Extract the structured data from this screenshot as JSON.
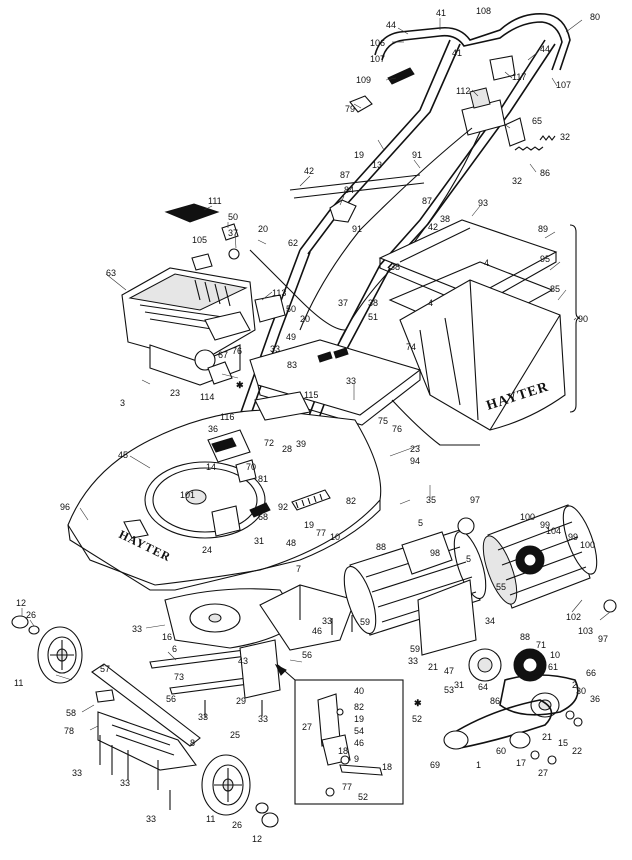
{
  "brand": {
    "deck": "HAYTER",
    "grass_box": "HAYTER"
  },
  "callouts": [
    {
      "id": "c-41a",
      "text": "41"
    },
    {
      "id": "c-108a",
      "text": "108"
    },
    {
      "id": "c-80",
      "text": "80"
    },
    {
      "id": "c-44a",
      "text": "44"
    },
    {
      "id": "c-106",
      "text": "106"
    },
    {
      "id": "c-41b",
      "text": "41"
    },
    {
      "id": "c-107a",
      "text": "107"
    },
    {
      "id": "c-44b",
      "text": "44"
    },
    {
      "id": "c-117",
      "text": "117"
    },
    {
      "id": "c-107b",
      "text": "107"
    },
    {
      "id": "c-109",
      "text": "109"
    },
    {
      "id": "c-112",
      "text": "112"
    },
    {
      "id": "c-79",
      "text": "79"
    },
    {
      "id": "c-65",
      "text": "65"
    },
    {
      "id": "c-32a",
      "text": "32"
    },
    {
      "id": "c-19a",
      "text": "19"
    },
    {
      "id": "c-13",
      "text": "13"
    },
    {
      "id": "c-91a",
      "text": "91"
    },
    {
      "id": "c-32b",
      "text": "32"
    },
    {
      "id": "c-86",
      "text": "86"
    },
    {
      "id": "c-42a",
      "text": "42"
    },
    {
      "id": "c-87a",
      "text": "87"
    },
    {
      "id": "c-84",
      "text": "84"
    },
    {
      "id": "c-111",
      "text": "111"
    },
    {
      "id": "c-50a",
      "text": "50"
    },
    {
      "id": "c-87b",
      "text": "87"
    },
    {
      "id": "c-93",
      "text": "93"
    },
    {
      "id": "c-38a",
      "text": "38"
    },
    {
      "id": "c-89",
      "text": "89"
    },
    {
      "id": "c-105",
      "text": "105"
    },
    {
      "id": "c-37a",
      "text": "37"
    },
    {
      "id": "c-20a",
      "text": "20"
    },
    {
      "id": "c-62",
      "text": "62"
    },
    {
      "id": "c-91b",
      "text": "91"
    },
    {
      "id": "c-42b",
      "text": "42"
    },
    {
      "id": "c-4a",
      "text": "4"
    },
    {
      "id": "c-95",
      "text": "95"
    },
    {
      "id": "c-63",
      "text": "63"
    },
    {
      "id": "c-38b",
      "text": "38"
    },
    {
      "id": "c-85",
      "text": "85"
    },
    {
      "id": "c-113",
      "text": "113"
    },
    {
      "id": "c-37b",
      "text": "37"
    },
    {
      "id": "c-50b",
      "text": "50"
    },
    {
      "id": "c-38c",
      "text": "38"
    },
    {
      "id": "c-4b",
      "text": "4"
    },
    {
      "id": "c-90",
      "text": "90"
    },
    {
      "id": "c-20b",
      "text": "20"
    },
    {
      "id": "c-51",
      "text": "51"
    },
    {
      "id": "c-49",
      "text": "49"
    },
    {
      "id": "c-76a",
      "text": "76"
    },
    {
      "id": "c-33a",
      "text": "33"
    },
    {
      "id": "c-67",
      "text": "67"
    },
    {
      "id": "c-74",
      "text": "74"
    },
    {
      "id": "c-83",
      "text": "83"
    },
    {
      "id": "c-3",
      "text": "3"
    },
    {
      "id": "c-23a",
      "text": "23"
    },
    {
      "id": "c-33b",
      "text": "33"
    },
    {
      "id": "c-114",
      "text": "114"
    },
    {
      "id": "c-115",
      "text": "115"
    },
    {
      "id": "c-116",
      "text": "116"
    },
    {
      "id": "c-75",
      "text": "75"
    },
    {
      "id": "c-36a",
      "text": "36"
    },
    {
      "id": "c-76b",
      "text": "76"
    },
    {
      "id": "c-72",
      "text": "72"
    },
    {
      "id": "c-28",
      "text": "28"
    },
    {
      "id": "c-39",
      "text": "39"
    },
    {
      "id": "c-23b",
      "text": "23"
    },
    {
      "id": "c-45",
      "text": "45"
    },
    {
      "id": "c-94",
      "text": "94"
    },
    {
      "id": "c-14",
      "text": "14"
    },
    {
      "id": "c-70",
      "text": "70"
    },
    {
      "id": "c-81",
      "text": "81"
    },
    {
      "id": "c-101",
      "text": "101"
    },
    {
      "id": "c-97a",
      "text": "97"
    },
    {
      "id": "c-35",
      "text": "35"
    },
    {
      "id": "c-96",
      "text": "96"
    },
    {
      "id": "c-82a",
      "text": "82"
    },
    {
      "id": "c-92",
      "text": "92"
    },
    {
      "id": "c-68",
      "text": "68"
    },
    {
      "id": "c-5a",
      "text": "5"
    },
    {
      "id": "c-100a",
      "text": "100"
    },
    {
      "id": "c-99a",
      "text": "99"
    },
    {
      "id": "c-19b",
      "text": "19"
    },
    {
      "id": "c-77a",
      "text": "77"
    },
    {
      "id": "c-31a",
      "text": "31"
    },
    {
      "id": "c-48",
      "text": "48"
    },
    {
      "id": "c-104",
      "text": "104"
    },
    {
      "id": "c-99b",
      "text": "99"
    },
    {
      "id": "c-100b",
      "text": "100"
    },
    {
      "id": "c-10a",
      "text": "10"
    },
    {
      "id": "c-24",
      "text": "24"
    },
    {
      "id": "c-88a",
      "text": "88"
    },
    {
      "id": "c-98",
      "text": "98"
    },
    {
      "id": "c-7",
      "text": "7"
    },
    {
      "id": "c-5b",
      "text": "5"
    },
    {
      "id": "c-55",
      "text": "55"
    },
    {
      "id": "c-102",
      "text": "102"
    },
    {
      "id": "c-12a",
      "text": "12"
    },
    {
      "id": "c-26a",
      "text": "26"
    },
    {
      "id": "c-33c",
      "text": "33"
    },
    {
      "id": "c-34",
      "text": "34"
    },
    {
      "id": "c-103",
      "text": "103"
    },
    {
      "id": "c-97b",
      "text": "97"
    },
    {
      "id": "c-16",
      "text": "16"
    },
    {
      "id": "c-46a",
      "text": "46"
    },
    {
      "id": "c-33d",
      "text": "33"
    },
    {
      "id": "c-59a",
      "text": "59"
    },
    {
      "id": "c-88b",
      "text": "88"
    },
    {
      "id": "c-71",
      "text": "71"
    },
    {
      "id": "c-10b",
      "text": "10"
    },
    {
      "id": "c-6",
      "text": "6"
    },
    {
      "id": "c-56a",
      "text": "56"
    },
    {
      "id": "c-59b",
      "text": "59"
    },
    {
      "id": "c-61",
      "text": "61"
    },
    {
      "id": "c-11a",
      "text": "11"
    },
    {
      "id": "c-43",
      "text": "43"
    },
    {
      "id": "c-33e",
      "text": "33"
    },
    {
      "id": "c-21a",
      "text": "21"
    },
    {
      "id": "c-47",
      "text": "47"
    },
    {
      "id": "c-57",
      "text": "57"
    },
    {
      "id": "c-31b",
      "text": "31"
    },
    {
      "id": "c-66",
      "text": "66"
    },
    {
      "id": "c-2",
      "text": "2"
    },
    {
      "id": "c-73",
      "text": "73"
    },
    {
      "id": "c-53",
      "text": "53"
    },
    {
      "id": "c-64",
      "text": "64"
    },
    {
      "id": "c-58",
      "text": "58"
    },
    {
      "id": "c-56b",
      "text": "56"
    },
    {
      "id": "c-29",
      "text": "29"
    },
    {
      "id": "c-40",
      "text": "40"
    },
    {
      "id": "c-30",
      "text": "30"
    },
    {
      "id": "c-36b",
      "text": "36"
    },
    {
      "id": "c-82b",
      "text": "82"
    },
    {
      "id": "c-52a",
      "text": "52"
    },
    {
      "id": "c-86b",
      "text": "86"
    },
    {
      "id": "c-19c",
      "text": "19"
    },
    {
      "id": "c-33f",
      "text": "33"
    },
    {
      "id": "c-33g",
      "text": "33"
    },
    {
      "id": "c-78",
      "text": "78"
    },
    {
      "id": "c-27a",
      "text": "27"
    },
    {
      "id": "c-54",
      "text": "54"
    },
    {
      "id": "c-25",
      "text": "25"
    },
    {
      "id": "c-46b",
      "text": "46"
    },
    {
      "id": "c-21b",
      "text": "21"
    },
    {
      "id": "c-15",
      "text": "15"
    },
    {
      "id": "c-22",
      "text": "22"
    },
    {
      "id": "c-8",
      "text": "8"
    },
    {
      "id": "c-18a",
      "text": "18"
    },
    {
      "id": "c-60",
      "text": "60"
    },
    {
      "id": "c-9",
      "text": "9"
    },
    {
      "id": "c-17",
      "text": "17"
    },
    {
      "id": "c-27b",
      "text": "27"
    },
    {
      "id": "c-33h",
      "text": "33"
    },
    {
      "id": "c-33i",
      "text": "33"
    },
    {
      "id": "c-18b",
      "text": "18"
    },
    {
      "id": "c-69",
      "text": "69"
    },
    {
      "id": "c-1",
      "text": "1"
    },
    {
      "id": "c-77b",
      "text": "77"
    },
    {
      "id": "c-52b",
      "text": "52"
    },
    {
      "id": "c-33j",
      "text": "33"
    },
    {
      "id": "c-11b",
      "text": "11"
    },
    {
      "id": "c-26b",
      "text": "26"
    },
    {
      "id": "c-12b",
      "text": "12"
    }
  ]
}
